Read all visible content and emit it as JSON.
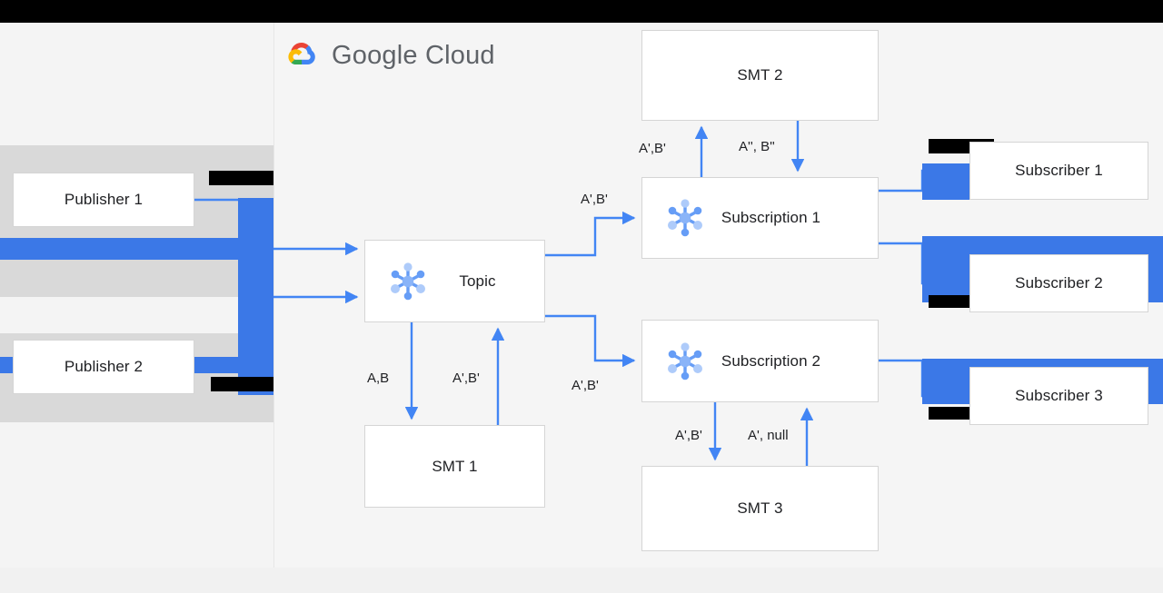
{
  "page": {
    "title": "Google Cloud Pub/Sub Single Message Transforms diagram",
    "background": "#f4f4f4",
    "panel_background": "#f5f5f5",
    "accent_blue": "#4285f4",
    "connector_blue": "#4285f4",
    "artifact_blue": "#3b78e7",
    "artifact_black": "#000000"
  },
  "brand": {
    "logo_icon": "google-cloud-logo-icon",
    "name_primary": "Google",
    "name_secondary": "Cloud",
    "full_name": "Google Cloud"
  },
  "nodes": {
    "publisher_1": {
      "label": "Publisher 1",
      "icon": null
    },
    "publisher_2": {
      "label": "Publisher 2",
      "icon": null
    },
    "topic": {
      "label": "Topic",
      "icon": "pubsub-topic-icon"
    },
    "smt_1": {
      "label": "SMT 1",
      "icon": null
    },
    "smt_2": {
      "label": "SMT 2",
      "icon": null
    },
    "smt_3": {
      "label": "SMT 3",
      "icon": null
    },
    "subscription_1": {
      "label": "Subscription 1",
      "icon": "pubsub-subscription-icon"
    },
    "subscription_2": {
      "label": "Subscription 2",
      "icon": "pubsub-subscription-icon"
    },
    "subscriber_1": {
      "label": "Subscriber 1",
      "icon": null
    },
    "subscriber_2": {
      "label": "Subscriber 2",
      "icon": null
    },
    "subscriber_3": {
      "label": "Subscriber 3",
      "icon": null
    }
  },
  "edge_labels": {
    "topic_to_smt1": "A,B",
    "smt1_to_topic": "A',B'",
    "topic_to_subscription1": "A',B'",
    "topic_to_subscription2": "A',B'",
    "subscription1_to_smt2": "A',B'",
    "smt2_to_subscription1": "A'', B''",
    "subscription2_to_smt3": "A',B'",
    "smt3_to_subscription2": "A', null"
  },
  "edges": [
    {
      "from": "publisher_1",
      "to": "topic",
      "label": ""
    },
    {
      "from": "publisher_2",
      "to": "topic",
      "label": ""
    },
    {
      "from": "topic",
      "to": "smt_1",
      "label": "A,B"
    },
    {
      "from": "smt_1",
      "to": "topic",
      "label": "A',B'"
    },
    {
      "from": "topic",
      "to": "subscription_1",
      "label": "A',B'"
    },
    {
      "from": "topic",
      "to": "subscription_2",
      "label": "A',B'"
    },
    {
      "from": "subscription_1",
      "to": "smt_2",
      "label": "A',B'"
    },
    {
      "from": "smt_2",
      "to": "subscription_1",
      "label": "A'', B''"
    },
    {
      "from": "subscription_2",
      "to": "smt_3",
      "label": "A',B'"
    },
    {
      "from": "smt_3",
      "to": "subscription_2",
      "label": "A', null"
    },
    {
      "from": "subscription_1",
      "to": "subscriber_1",
      "label": ""
    },
    {
      "from": "subscription_1",
      "to": "subscriber_2",
      "label": ""
    },
    {
      "from": "subscription_2",
      "to": "subscriber_3",
      "label": ""
    }
  ]
}
